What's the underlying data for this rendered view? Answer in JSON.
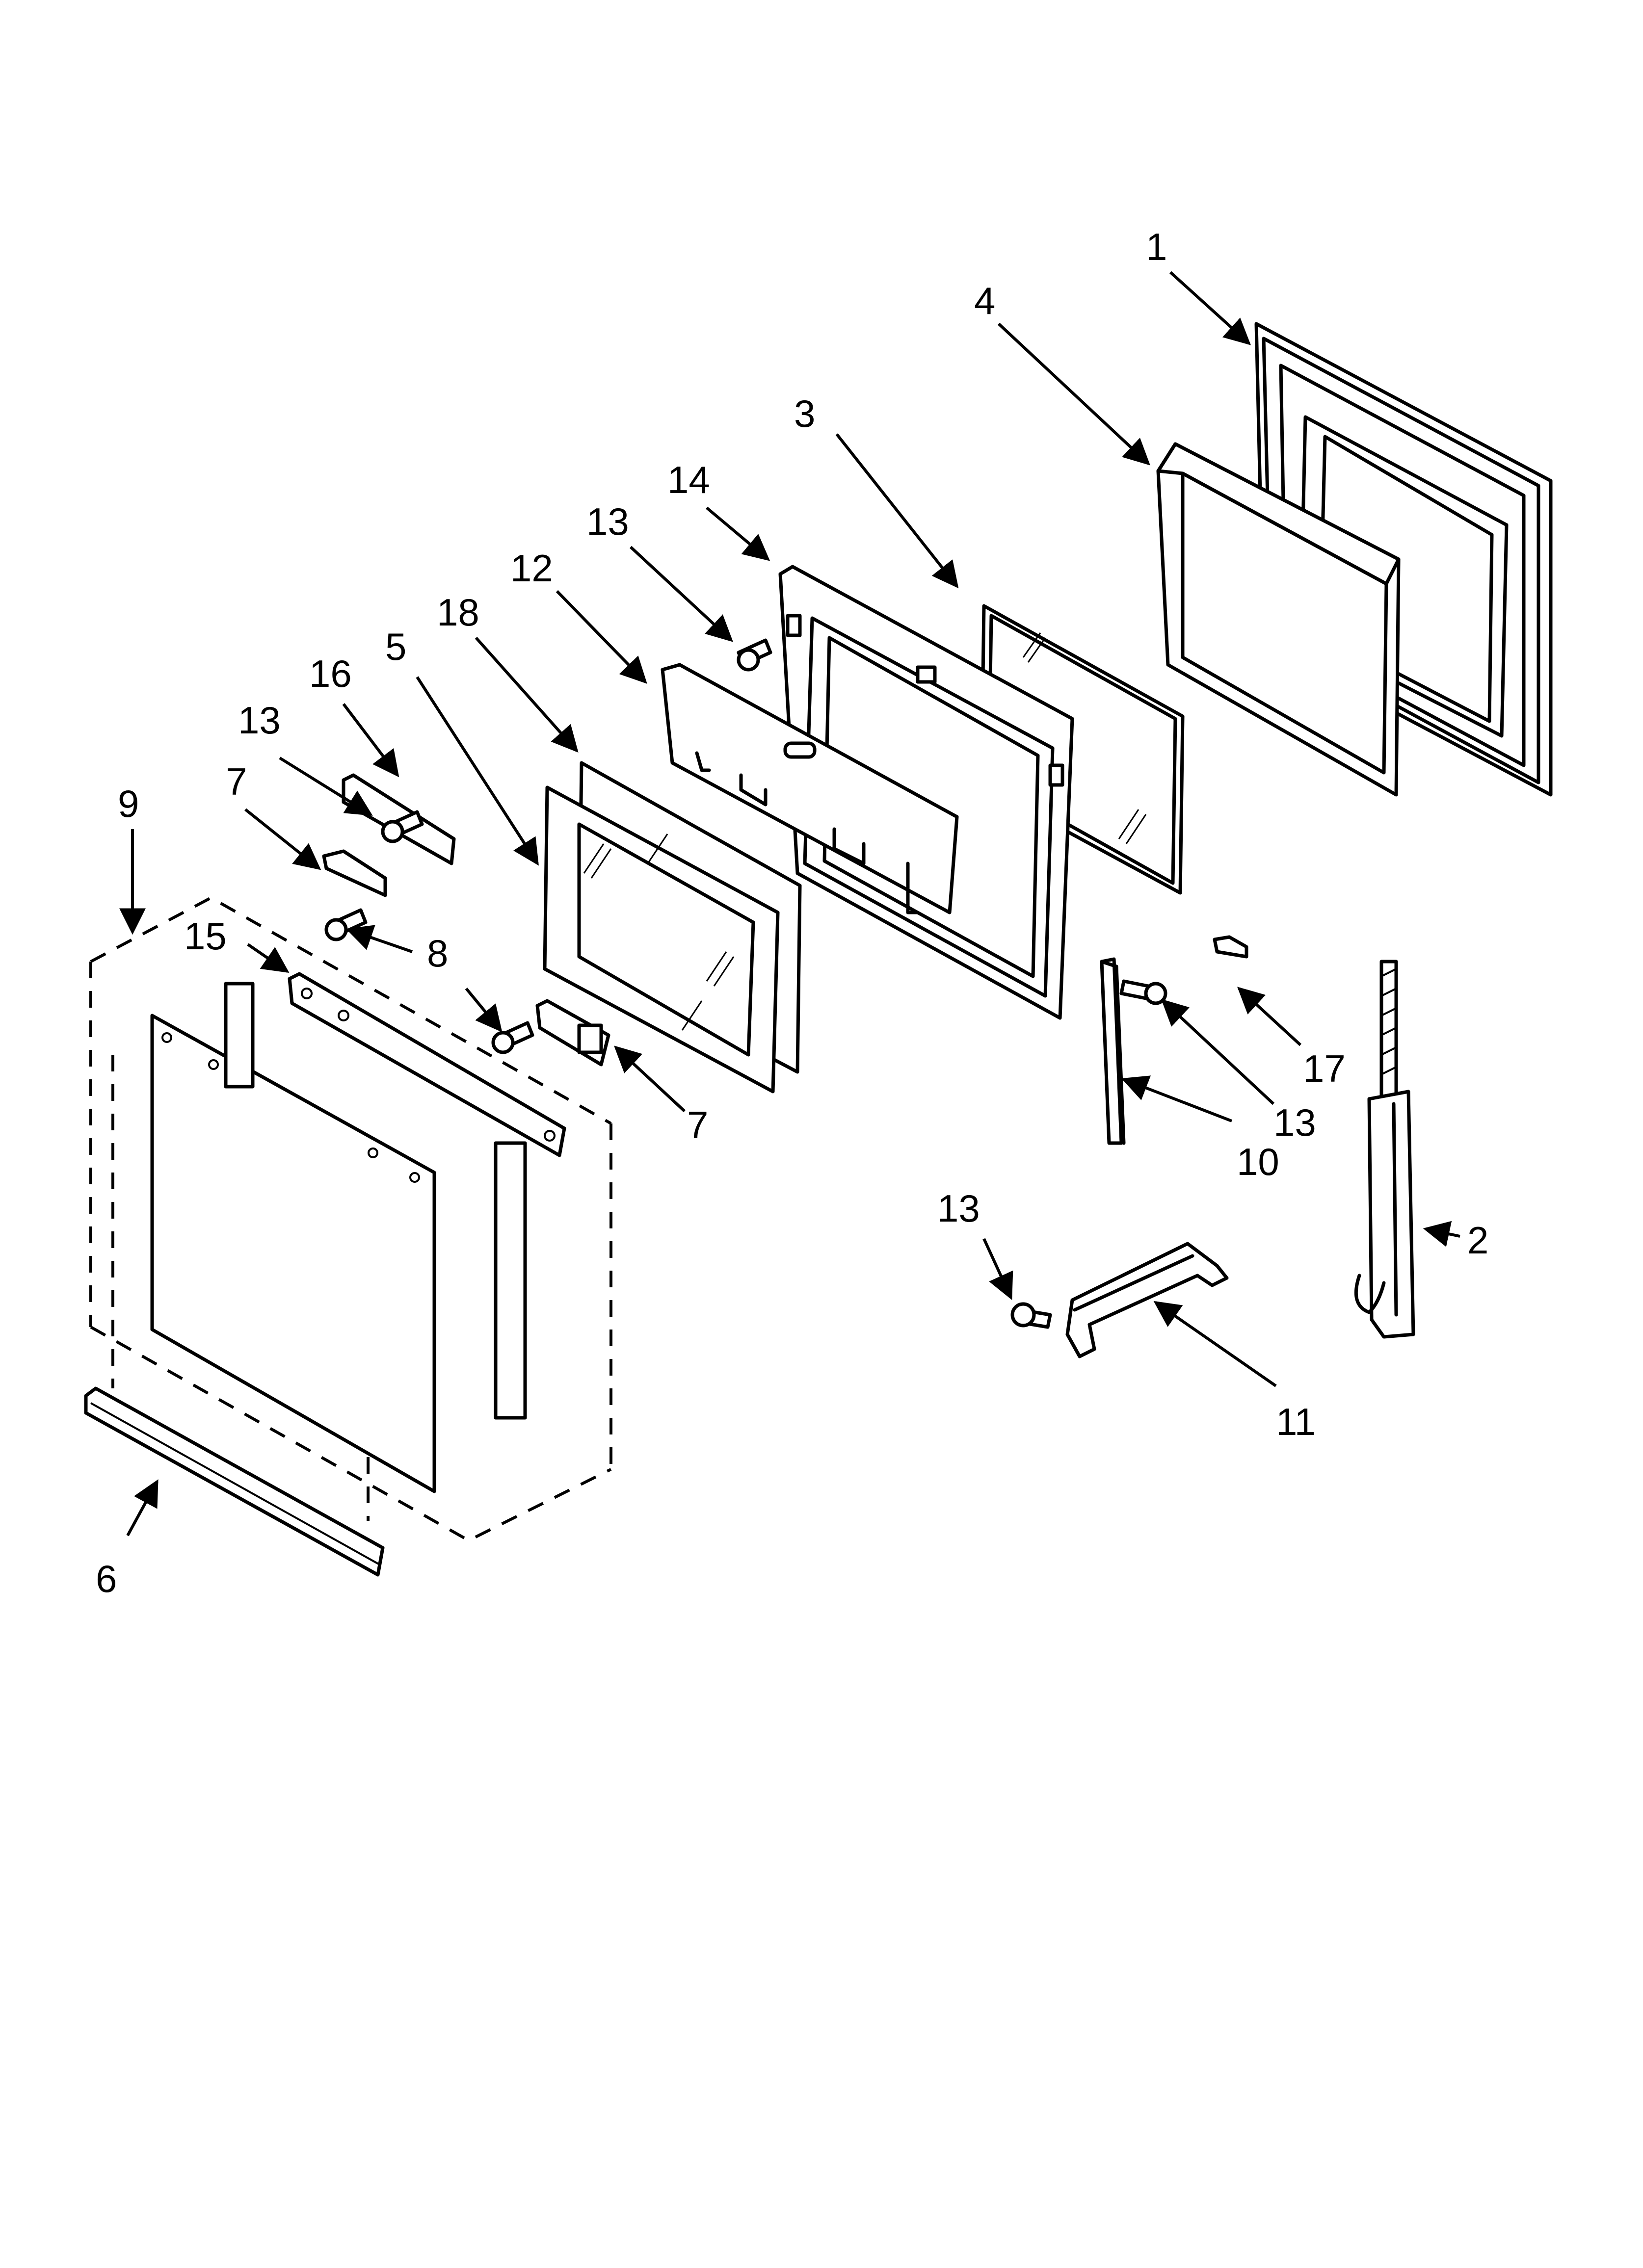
{
  "diagram": {
    "callouts": {
      "c1": "1",
      "c2": "2",
      "c3": "3",
      "c4": "4",
      "c5": "5",
      "c6": "6",
      "c7a": "7",
      "c7b": "7",
      "c8": "8",
      "c9": "9",
      "c10": "10",
      "c11": "11",
      "c12": "12",
      "c13a": "13",
      "c13b": "13",
      "c13c": "13",
      "c13d": "13",
      "c14": "14",
      "c15": "15",
      "c16": "16",
      "c17": "17",
      "c18": "18"
    }
  }
}
